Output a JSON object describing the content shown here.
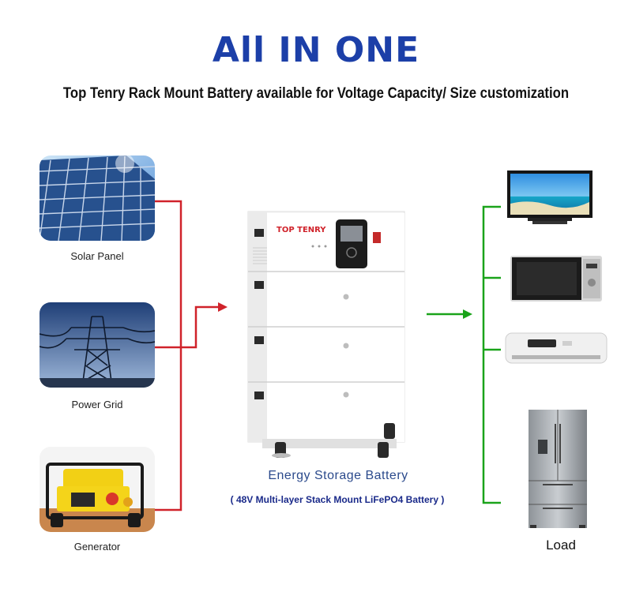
{
  "header": {
    "title": "All IN ONE",
    "subtitle": "Top Tenry Rack Mount Battery available for Voltage Capacity/ Size customization"
  },
  "sources": [
    {
      "label": "Solar Panel"
    },
    {
      "label": "Power Grid"
    },
    {
      "label": "Generator"
    }
  ],
  "battery": {
    "brand": "TOP TENRY",
    "label": "Energy Storage Battery",
    "sublabel": "( 48V Multi-layer Stack Mount LiFePO4 Battery )"
  },
  "load": {
    "label": "Load",
    "devices": [
      "television-icon",
      "microwave-icon",
      "air-conditioner-icon",
      "refrigerator-icon"
    ]
  },
  "colors": {
    "title": "#1c3fa8",
    "input_line": "#d0222a",
    "output_line": "#1aa31a",
    "battery_label": "#2b4a8c",
    "battery_sub": "#1a2a8a"
  }
}
